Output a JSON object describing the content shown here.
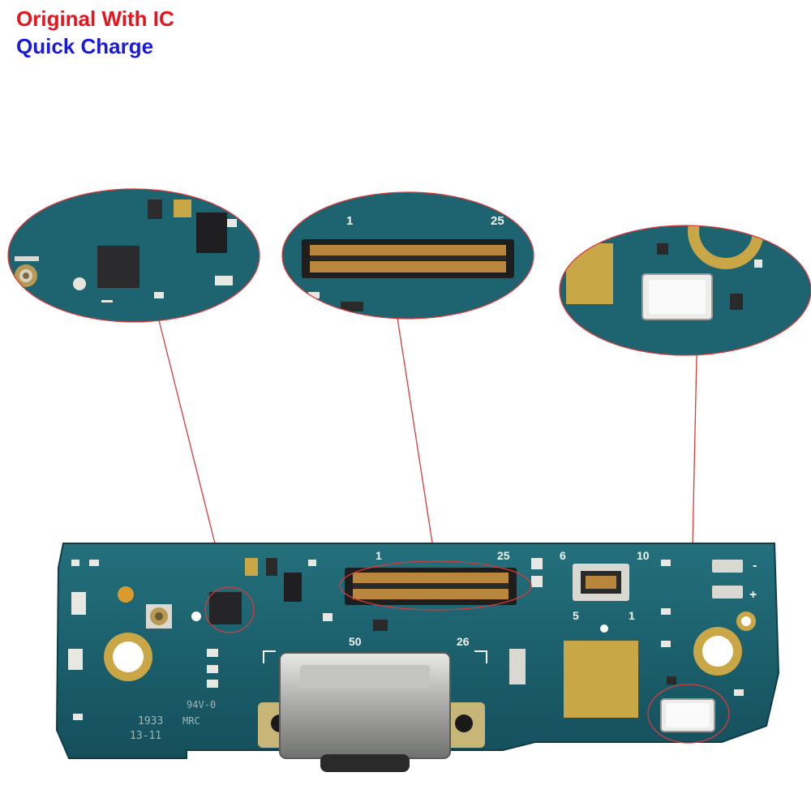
{
  "headline": {
    "line1": "Original With IC",
    "line2": "Quick Charge"
  },
  "colors": {
    "headline_red": "#e8141b",
    "headline_blue": "#1a1adf",
    "pcb": "#1c5f6c",
    "callout_line": "#d83a3a",
    "gold_pad": "#c9a646"
  },
  "board_labels": {
    "fpc_pin_start": "1",
    "fpc_pin_end": "25",
    "fpc_pin_row2_start": "50",
    "fpc_pin_row2_end": "26",
    "small_conn_top_left": "6",
    "small_conn_top_right": "10",
    "small_conn_bottom_left": "5",
    "small_conn_bottom_right": "1",
    "silk_rating": "94V-0",
    "silk_date": "1933",
    "silk_code": "13-11",
    "silk_mrc": "MRC",
    "mic_minus": "-",
    "mic_plus": "+"
  },
  "zoom_labels": {
    "fpc_start": "1",
    "fpc_end": "25"
  },
  "icons": {
    "antenna": "coax-antenna-connector-icon",
    "usb": "usb-type-c-port-icon",
    "mic": "microphone-icon",
    "chip": "ic-chip-icon"
  }
}
